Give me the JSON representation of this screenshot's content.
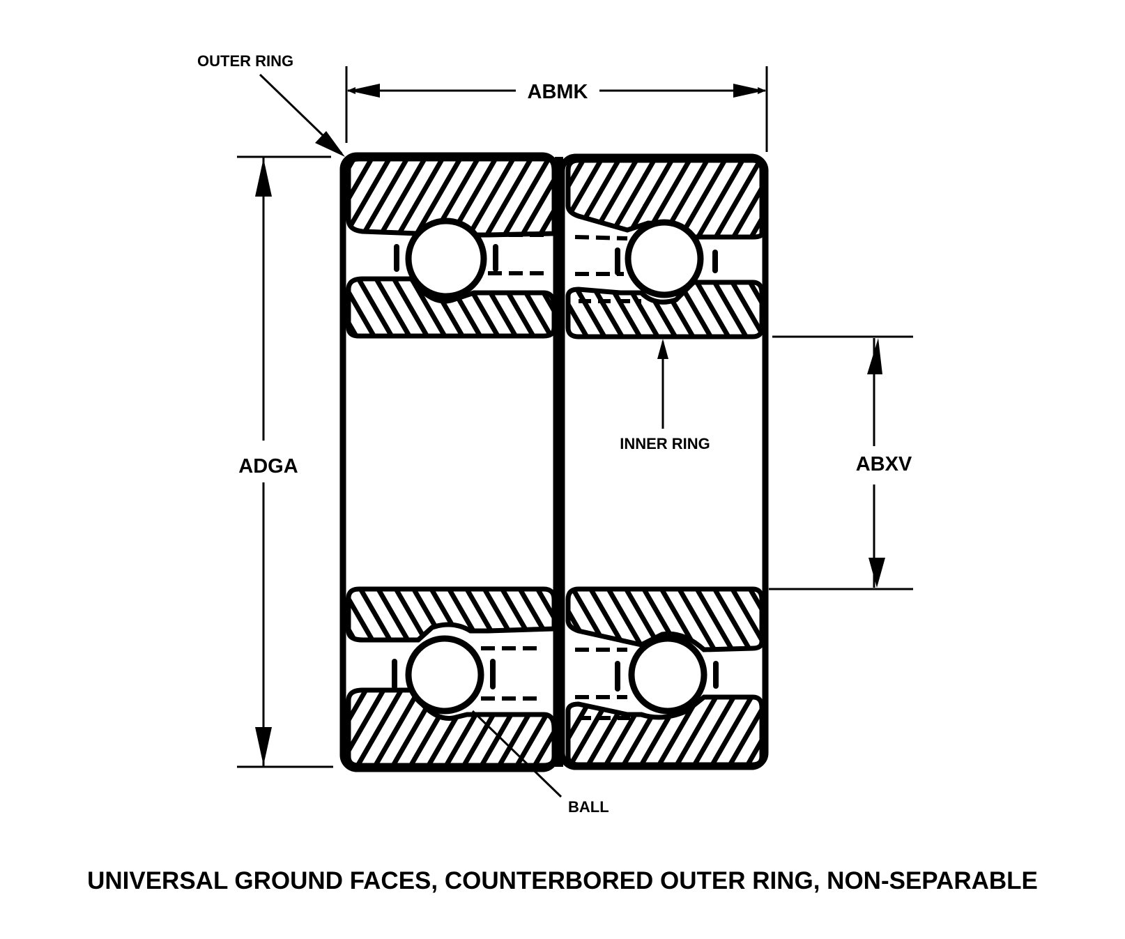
{
  "diagram": {
    "title": "Double row angular contact ball bearing cross-section",
    "labels": {
      "outer_ring": "OUTER RING",
      "inner_ring": "INNER RING",
      "ball": "BALL"
    },
    "dimensions": {
      "width": "ABMK",
      "outer_diameter": "ADGA",
      "bore_diameter": "ABXV"
    },
    "caption": "UNIVERSAL GROUND FACES, COUNTERBORED OUTER RING, NON-SEPARABLE",
    "colors": {
      "ink": "#000000",
      "paper": "#ffffff"
    }
  }
}
